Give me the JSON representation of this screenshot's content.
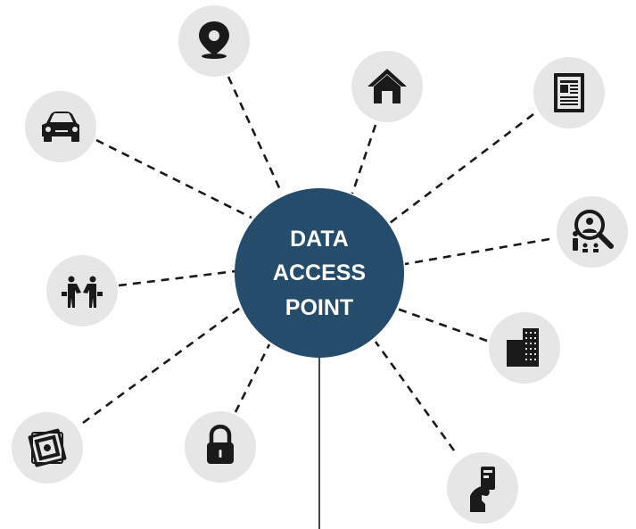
{
  "hub": {
    "lines": [
      "DATA",
      "ACCESS",
      "POINT"
    ],
    "color": "#254d6b",
    "text_color": "#ffffff"
  },
  "colors": {
    "node_fill": "#e6e6e6",
    "icon": "#1a1a1a",
    "connector": "#1a1a1a"
  },
  "nodes": [
    {
      "icon": "location-pin-icon"
    },
    {
      "icon": "house-icon"
    },
    {
      "icon": "document-icon"
    },
    {
      "icon": "people-search-icon"
    },
    {
      "icon": "office-building-icon"
    },
    {
      "icon": "credit-card-hand-icon"
    },
    {
      "icon": "lock-icon"
    },
    {
      "icon": "money-icon"
    },
    {
      "icon": "handshake-icon"
    },
    {
      "icon": "car-icon"
    }
  ]
}
